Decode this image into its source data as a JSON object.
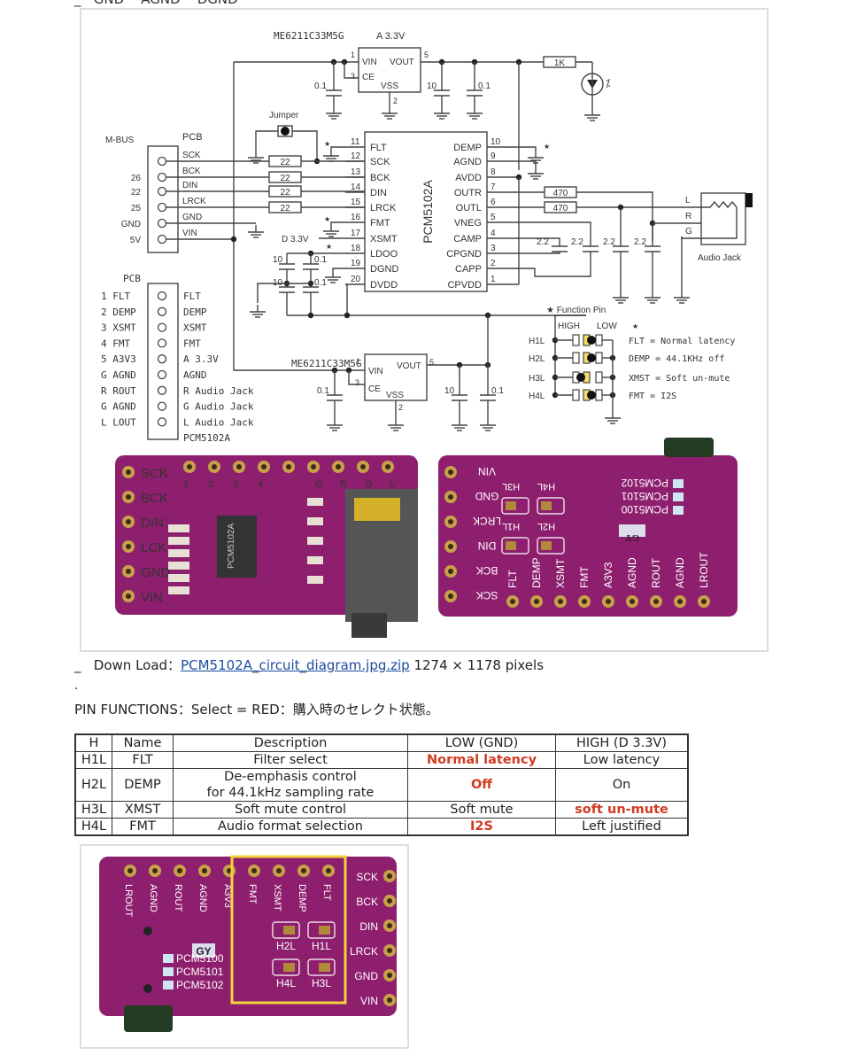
{
  "top_caption": "_   GND    AGND    DGND",
  "schematic": {
    "regulator_a": {
      "part": "ME6211C33M5G",
      "rail": "A 3.3V",
      "pins": [
        "VIN",
        "CE",
        "VOUT",
        "VSS"
      ],
      "pin_numbers": [
        "1",
        "3",
        "5",
        "2"
      ],
      "caps": [
        "0.1",
        "10",
        "0.1"
      ],
      "resistor": "1K"
    },
    "regulator_d": {
      "part": "ME6211C33M5G",
      "rail": "D 3.3V",
      "pins": [
        "VIN",
        "CE",
        "VOUT",
        "VSS"
      ],
      "pin_numbers": [
        "1",
        "3",
        "5",
        "2"
      ],
      "caps": [
        "0.1",
        "10",
        "0.1"
      ]
    },
    "jumper_label": "Jumper",
    "mbus": {
      "title": "M-BUS",
      "pcb": "PCB",
      "left_labels": [
        "",
        "",
        "26",
        "22",
        "25",
        "GND",
        "5V"
      ],
      "signals": [
        "SCK",
        "BCK",
        "DIN",
        "LRCK",
        "GND",
        "VIN"
      ],
      "resistors": [
        "22",
        "22",
        "22",
        "22"
      ]
    },
    "chip": {
      "name": "PCM5102A",
      "left_pins": [
        {
          "n": "11",
          "name": "FLT"
        },
        {
          "n": "12",
          "name": "SCK"
        },
        {
          "n": "13",
          "name": "BCK"
        },
        {
          "n": "14",
          "name": "DIN"
        },
        {
          "n": "15",
          "name": "LRCK"
        },
        {
          "n": "16",
          "name": "FMT"
        },
        {
          "n": "17",
          "name": "XSMT"
        },
        {
          "n": "18",
          "name": "LDOO"
        },
        {
          "n": "19",
          "name": "DGND"
        },
        {
          "n": "20",
          "name": "DVDD"
        }
      ],
      "right_pins": [
        {
          "n": "10",
          "name": "DEMP"
        },
        {
          "n": "9",
          "name": "AGND"
        },
        {
          "n": "8",
          "name": "AVDD"
        },
        {
          "n": "7",
          "name": "OUTR"
        },
        {
          "n": "6",
          "name": "OUTL"
        },
        {
          "n": "5",
          "name": "VNEG"
        },
        {
          "n": "4",
          "name": "CAMP"
        },
        {
          "n": "3",
          "name": "CPGND"
        },
        {
          "n": "2",
          "name": "CAPP"
        },
        {
          "n": "1",
          "name": "CPVDD"
        }
      ]
    },
    "d33_label": "D 3.3V",
    "ldo_caps": [
      "10",
      "0.1",
      "10",
      "0.1"
    ],
    "out_resistors": [
      "470",
      "470"
    ],
    "out_caps": [
      "2.2",
      "2.2",
      "2.2",
      "2.2"
    ],
    "jack": {
      "label": "Audio Jack",
      "pins": [
        "L",
        "R",
        "G"
      ]
    },
    "pcb_header": {
      "title": "PCB",
      "left": [
        "1 FLT",
        "2 DEMP",
        "3 XSMT",
        "4 FMT",
        "5 A3V3",
        "G AGND",
        "R ROUT",
        "G AGND",
        "L LOUT"
      ],
      "right": [
        "FLT",
        "DEMP",
        "XSMT",
        "FMT",
        "A 3.3V",
        "AGND",
        "R Audio Jack",
        "G Audio Jack",
        "L Audio Jack"
      ],
      "footer": "PCM5102A"
    },
    "function_pin": {
      "title": "★ Function Pin",
      "high": "HIGH",
      "low": "LOW",
      "star": "★",
      "rows": [
        {
          "h": "H1L",
          "desc": "FLT  = Normal latency",
          "sel": "low"
        },
        {
          "h": "H2L",
          "desc": "DEMP = 44.1KHz off",
          "sel": "low"
        },
        {
          "h": "H3L",
          "desc": "XMST = Soft un-mute",
          "sel": "high"
        },
        {
          "h": "H4L",
          "desc": "FMT  = I2S",
          "sel": "low"
        }
      ]
    }
  },
  "board_front": {
    "side_labels": [
      "SCK",
      "BCK",
      "DIN",
      "LCK",
      "GND",
      "VIN"
    ],
    "top_labels": [
      "1",
      "2",
      "3",
      "4",
      "G",
      "R",
      "G",
      "L"
    ],
    "chip": "PCM5102A"
  },
  "board_back": {
    "side_labels": [
      "VIN",
      "GND",
      "LRCK",
      "DIN",
      "BCK",
      "SCK"
    ],
    "bottom_labels": [
      "FLT",
      "DEMP",
      "XSMT",
      "FMT",
      "A3V3",
      "AGND",
      "ROUT",
      "AGND",
      "LROUT"
    ],
    "variants": [
      "PCM5102",
      "PCM5101",
      "PCM5100"
    ],
    "logo": "GY",
    "jumpers": [
      "H3L",
      "H4L",
      "H1L",
      "H2L"
    ]
  },
  "download": {
    "prefix": "_   Down Load：",
    "link": "PCM5102A_circuit_diagram.jpg.zip",
    "suffix": " 1274 × 1178 pixels"
  },
  "dot": ".",
  "pin_functions_text": "PIN FUNCTIONS：Select = RED：購入時のセレクト状態。",
  "table": {
    "headers": [
      "H",
      "Name",
      "Description",
      "LOW (GND)",
      "HIGH (D 3.3V)"
    ],
    "rows": [
      {
        "h": "H1L",
        "name": "FLT",
        "desc": "Filter select",
        "low": "Normal latency",
        "high": "Low latency",
        "selected": "low"
      },
      {
        "h": "H2L",
        "name": "DEMP",
        "desc": "De-emphasis control\nfor 44.1kHz sampling rate",
        "low": "Off",
        "high": "On",
        "selected": "low"
      },
      {
        "h": "H3L",
        "name": "XMST",
        "desc": "Soft mute control",
        "low": "Soft mute",
        "high": "soft un-mute",
        "selected": "high"
      },
      {
        "h": "H4L",
        "name": "FMT",
        "desc": "Audio format selection",
        "low": "I2S",
        "high": "Left justified",
        "selected": "low"
      }
    ],
    "highlight_color": "#d33a22"
  },
  "board_photo2": {
    "top_labels": [
      "LROUT",
      "AGND",
      "ROUT",
      "AGND",
      "A3V3",
      "FMT",
      "XSMT",
      "DEMP",
      "FLT"
    ],
    "side_labels": [
      "SCK",
      "BCK",
      "DIN",
      "LRCK",
      "GND",
      "VIN"
    ],
    "variants": [
      "PCM5100",
      "PCM5101",
      "PCM5102"
    ],
    "logo": "GY",
    "jumpers": [
      "H2L",
      "H1L",
      "H4L",
      "H3L"
    ],
    "highlight_color": "#f2d43a"
  },
  "colors": {
    "pcb": "#8e1f6e",
    "pcb_dark": "#6d1553",
    "pad": "#c9a04a",
    "jumper_yellow": "#f3df6a",
    "link": "#1a4c9c"
  }
}
